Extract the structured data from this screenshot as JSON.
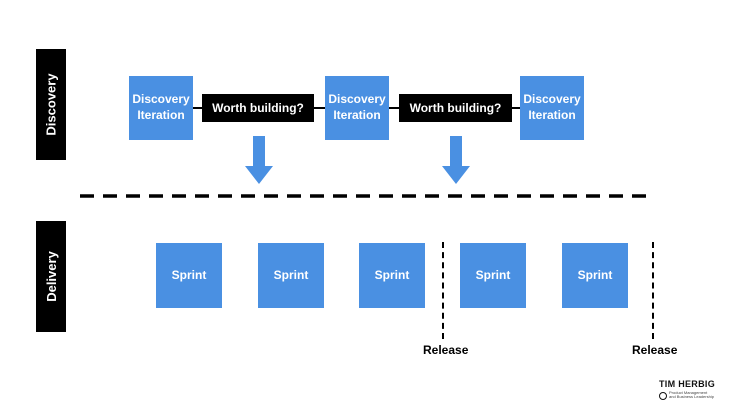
{
  "lanes": {
    "discovery": "Discovery",
    "delivery": "Delivery"
  },
  "discovery": {
    "iteration_1": "Discovery Iteration",
    "decision_1": "Worth building?",
    "iteration_2": "Discovery Iteration",
    "decision_2": "Worth building?",
    "iteration_3": "Discovery Iteration"
  },
  "delivery": {
    "sprints": [
      "Sprint",
      "Sprint",
      "Sprint",
      "Sprint",
      "Sprint"
    ],
    "releases": [
      "Release",
      "Release"
    ]
  },
  "brand": {
    "name": "TIM HERBIG",
    "tagline": "Product Management and Business Leadership"
  },
  "colors": {
    "box": "#4a90e2",
    "label": "#000000"
  }
}
